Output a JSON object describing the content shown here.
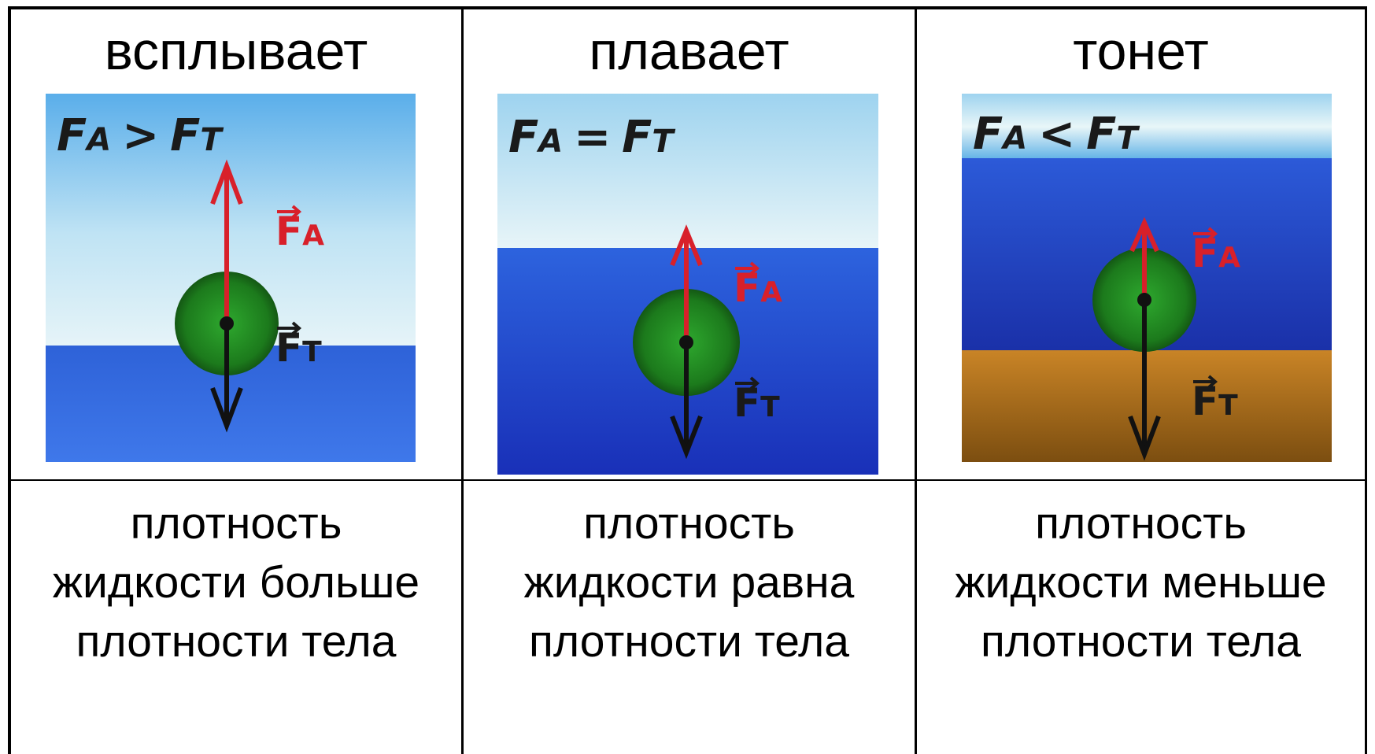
{
  "columns": [
    {
      "title": "всплывает",
      "formula": {
        "left": "F",
        "left_sub": "A",
        "op": ">",
        "right": "F",
        "right_sub": "T"
      },
      "vec_a": {
        "letter": "F",
        "sub": "A"
      },
      "vec_t": {
        "letter": "F",
        "sub": "T"
      },
      "desc": [
        "плотность",
        "жидкости больше",
        "плотности тела"
      ]
    },
    {
      "title": "плавает",
      "formula": {
        "left": "F",
        "left_sub": "A",
        "op": "=",
        "right": "F",
        "right_sub": "T"
      },
      "vec_a": {
        "letter": "F",
        "sub": "A"
      },
      "vec_t": {
        "letter": "F",
        "sub": "T"
      },
      "desc": [
        "плотность",
        "жидкости равна",
        "плотности тела"
      ]
    },
    {
      "title": "тонет",
      "formula": {
        "left": "F",
        "left_sub": "A",
        "op": "<",
        "right": "F",
        "right_sub": "T"
      },
      "vec_a": {
        "letter": "F",
        "sub": "A"
      },
      "vec_t": {
        "letter": "F",
        "sub": "T"
      },
      "desc": [
        "плотность",
        "жидкости меньше",
        "плотности тела"
      ]
    }
  ],
  "colors": {
    "buoyant_force": "#d8202a",
    "gravity_force": "#111111",
    "ball": "#1f8a1f",
    "water": "#2a55d0",
    "sky": "#8fc6ee",
    "sand": "#b8761f"
  }
}
